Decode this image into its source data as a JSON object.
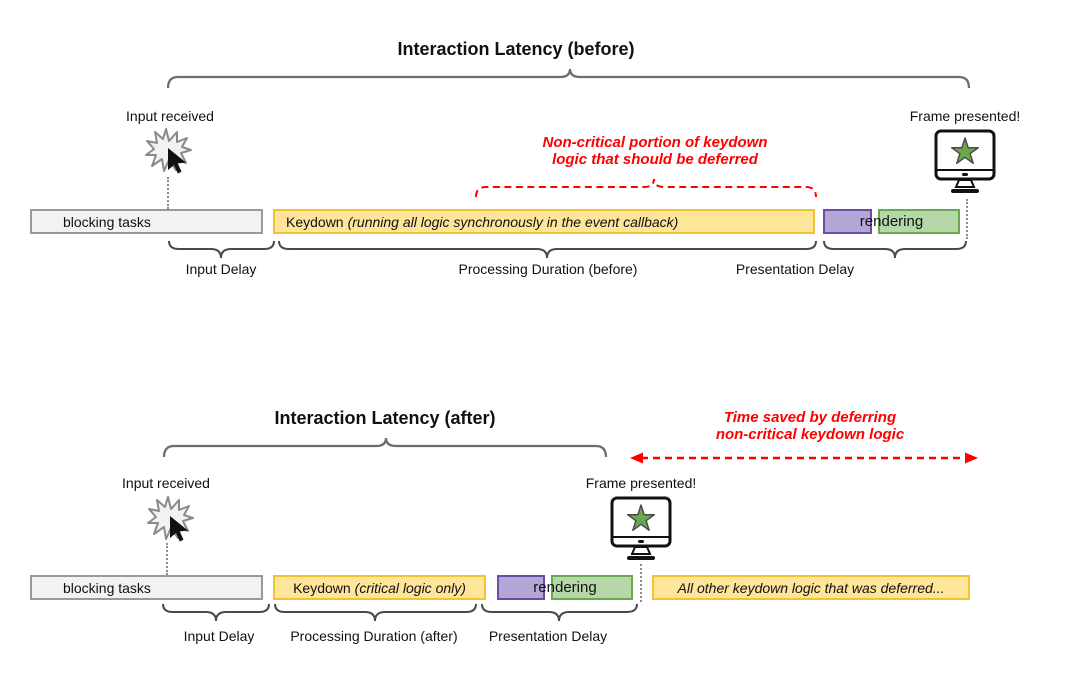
{
  "diagram": {
    "before": {
      "title": "Interaction Latency (before)",
      "input_received_label": "Input received",
      "frame_presented_label": "Frame presented!",
      "annotation": {
        "line1": "Non-critical portion of keydown",
        "line2": "logic that should be deferred"
      },
      "bars": {
        "blocking_tasks": "blocking tasks",
        "keydown_main": "Keydown",
        "keydown_detail": "(running all logic synchronously in the event callback)",
        "rendering": "rendering"
      },
      "duration_labels": {
        "input_delay": "Input Delay",
        "processing_duration": "Processing Duration (before)",
        "presentation_delay": "Presentation Delay"
      }
    },
    "after": {
      "title": "Interaction Latency (after)",
      "input_received_label": "Input received",
      "frame_presented_label": "Frame presented!",
      "annotation": {
        "line1": "Time saved by deferring",
        "line2": "non-critical keydown logic"
      },
      "bars": {
        "blocking_tasks": "blocking tasks",
        "keydown_main": "Keydown",
        "keydown_detail": "(critical logic only)",
        "rendering": "rendering",
        "deferred": "All other keydown logic that was deferred..."
      },
      "duration_labels": {
        "input_delay": "Input Delay",
        "processing_duration": "Processing Duration (after)",
        "presentation_delay": "Presentation Delay"
      }
    },
    "colors": {
      "task_yellow_fill": "#fee599",
      "task_yellow_border": "#f1c232",
      "purple_fill": "#b4a7d6",
      "purple_border": "#674ea7",
      "green_fill": "#b6d7a8",
      "green_border": "#6aa84f",
      "gray_fill": "#f2f2f2",
      "gray_border": "#999999",
      "annotation_red": "#ff0000",
      "brace_gray": "#6e6e6e"
    }
  }
}
